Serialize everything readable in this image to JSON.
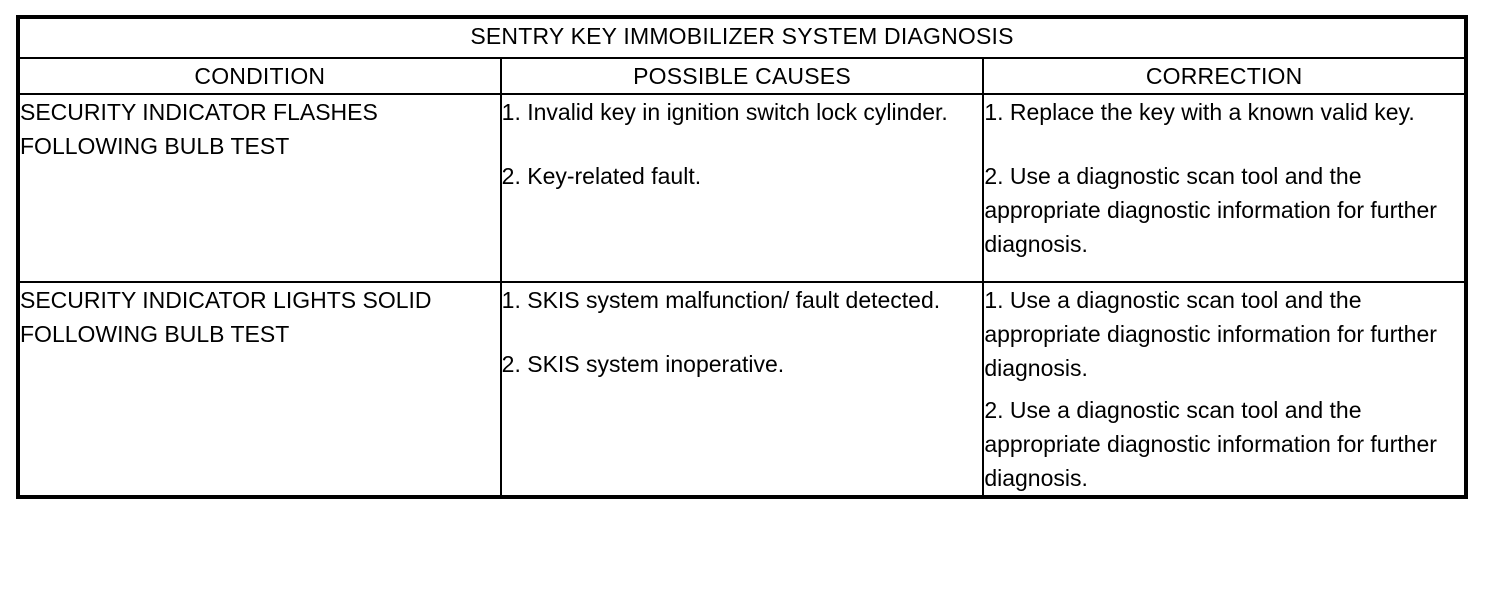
{
  "table": {
    "title": "SENTRY KEY IMMOBILIZER SYSTEM DIAGNOSIS",
    "columns": {
      "condition": "CONDITION",
      "causes": "POSSIBLE CAUSES",
      "correction": "CORRECTION"
    },
    "rows": [
      {
        "condition": "SECURITY INDICATOR FLASHES FOLLOWING BULB TEST",
        "causes": [
          "1. Invalid key in ignition switch lock cylinder.",
          "2. Key-related fault."
        ],
        "corrections": [
          "1. Replace the key with a known valid key.",
          "2. Use a diagnostic scan tool and the appropriate diagnostic information for further diagnosis."
        ]
      },
      {
        "condition": "SECURITY INDICATOR LIGHTS SOLID FOLLOWING BULB TEST",
        "causes": [
          "1. SKIS system malfunction/ fault detected.",
          "2. SKIS system inoperative."
        ],
        "corrections": [
          "1. Use a diagnostic scan tool and the appropriate diagnostic information for further diagnosis.",
          "2. Use a diagnostic scan tool and the appropriate diagnostic information for further diagnosis."
        ]
      }
    ]
  },
  "colors": {
    "ink": "#000000",
    "paper": "#ffffff"
  }
}
